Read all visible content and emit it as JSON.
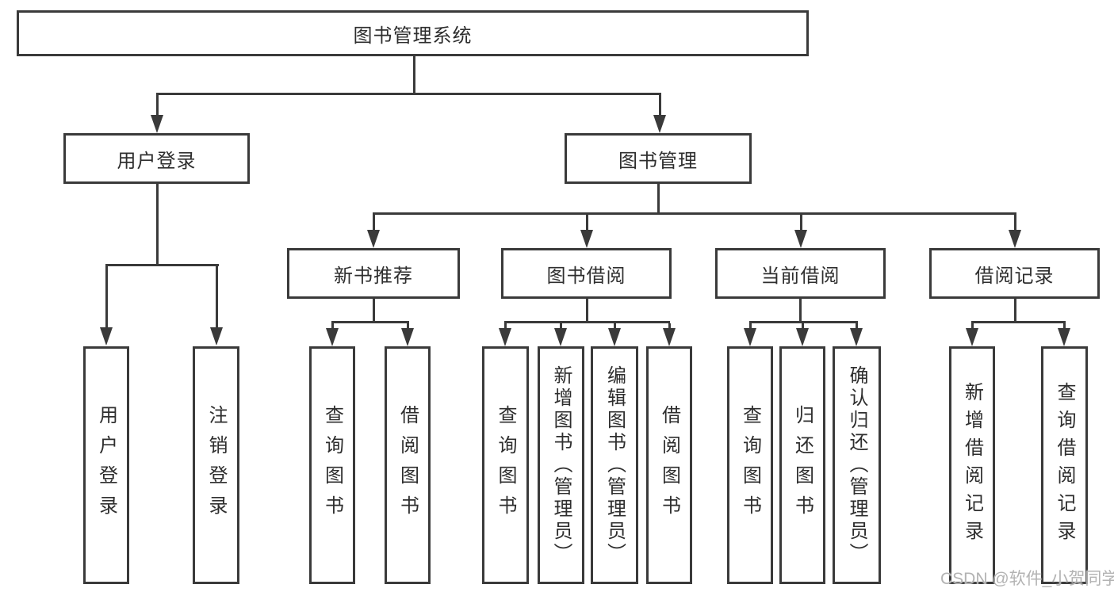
{
  "tree": {
    "label": "图书管理系统",
    "children": [
      {
        "label": "用户登录",
        "children": [
          {
            "label": "用户登录"
          },
          {
            "label": "注销登录"
          }
        ]
      },
      {
        "label": "图书管理",
        "children": [
          {
            "label": "新书推荐",
            "children": [
              {
                "label": "查询图书"
              },
              {
                "label": "借阅图书"
              }
            ]
          },
          {
            "label": "图书借阅",
            "children": [
              {
                "label": "查询图书"
              },
              {
                "label": "新增图书（管理员）"
              },
              {
                "label": "编辑图书（管理员）"
              },
              {
                "label": "借阅图书"
              }
            ]
          },
          {
            "label": "当前借阅",
            "children": [
              {
                "label": "查询图书"
              },
              {
                "label": "归还图书"
              },
              {
                "label": "确认归还（管理员）"
              }
            ]
          },
          {
            "label": "借阅记录",
            "children": [
              {
                "label": "新增借阅记录"
              },
              {
                "label": "查询借阅记录"
              }
            ]
          }
        ]
      }
    ]
  },
  "watermark": "CSDN @软件_小贺同学",
  "colors": {
    "line": "#3a3a3a",
    "text": "#2e2e2e",
    "watermark": "#b3b3b3",
    "background": "#ffffff"
  }
}
